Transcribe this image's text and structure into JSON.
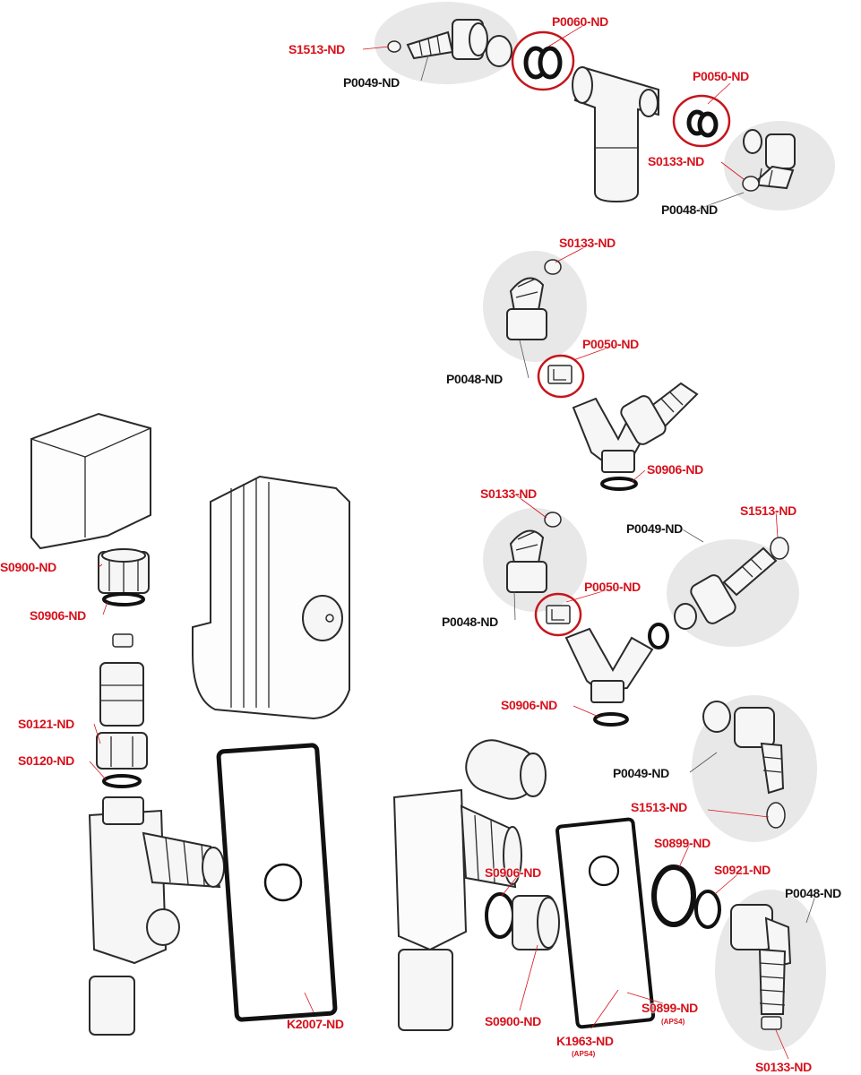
{
  "labels": {
    "s1513_top": "S1513-ND",
    "p0049_top": "P0049-ND",
    "p0060": "P0060-ND",
    "p0050_top": "P0050-ND",
    "s0133_top": "S0133-ND",
    "p0048_top": "P0048-ND",
    "s0133_mid1": "S0133-ND",
    "p0050_mid1": "P0050-ND",
    "p0048_mid1": "P0048-ND",
    "s0906_mid1": "S0906-ND",
    "s0133_mid2": "S0133-ND",
    "p0049_mid2": "P0049-ND",
    "s1513_mid2": "S1513-ND",
    "p0050_mid2": "P0050-ND",
    "p0048_mid2": "P0048-ND",
    "s0906_mid2": "S0906-ND",
    "s0900_left": "S0900-ND",
    "s0906_left": "S0906-ND",
    "s0121": "S0121-ND",
    "s0120": "S0120-ND",
    "p0049_low": "P0049-ND",
    "s1513_low": "S1513-ND",
    "s0899_right": "S0899-ND",
    "s0921": "S0921-ND",
    "p0048_low": "P0048-ND",
    "s0906_low": "S0906-ND",
    "s0900_low": "S0900-ND",
    "k2007": "K2007-ND",
    "k1963": "K1963-ND",
    "k1963_sub": "(APS4)",
    "s0899_bottom": "S0899-ND",
    "s0899_sub": "(APS4)",
    "s0133_bottom": "S0133-ND"
  },
  "colors": {
    "label_red": "#d7121c",
    "label_black": "#141414",
    "highlight_ring": "#c4161c",
    "group_background": "#e8e8e8"
  }
}
